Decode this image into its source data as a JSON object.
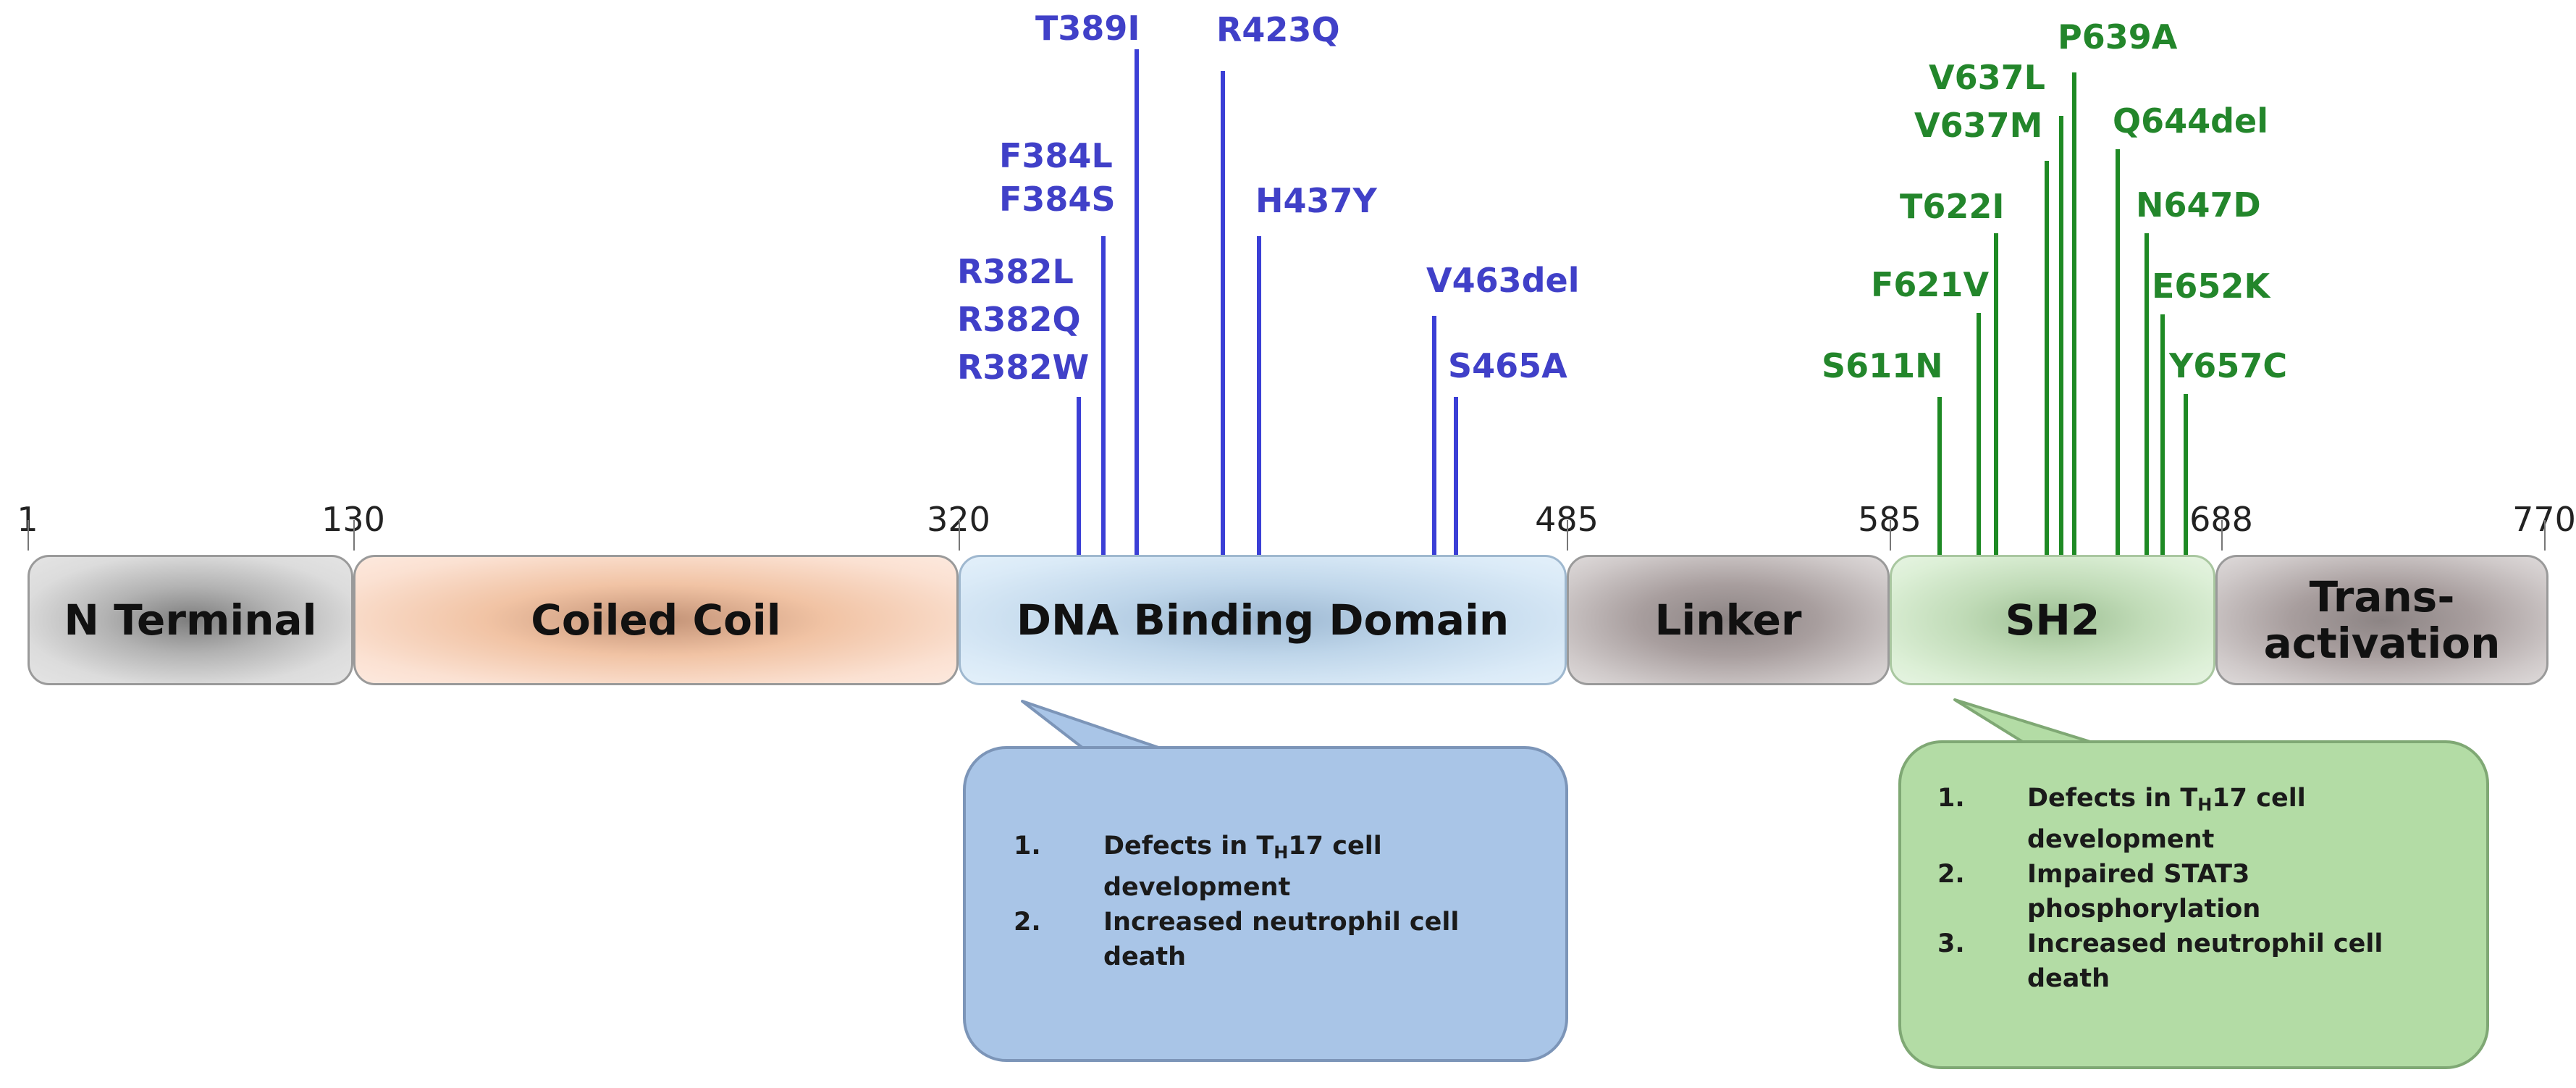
{
  "domains": [
    {
      "id": "n-terminal",
      "label": "N Terminal"
    },
    {
      "id": "coiled-coil",
      "label": "Coiled Coil"
    },
    {
      "id": "dna-binding",
      "label": "DNA Binding Domain"
    },
    {
      "id": "linker",
      "label": "Linker"
    },
    {
      "id": "sh2",
      "label": "SH2"
    },
    {
      "id": "transactivation",
      "label_line1": "Trans-",
      "label_line2": "activation"
    }
  ],
  "positions": [
    "1",
    "130",
    "320",
    "485",
    "585",
    "688",
    "770"
  ],
  "mutations_dna": [
    {
      "labels": [
        "R382L",
        "R382Q",
        "R382W"
      ]
    },
    {
      "labels": [
        "F384L",
        "F384S"
      ]
    },
    {
      "labels": [
        "T389I"
      ]
    },
    {
      "labels": [
        "R423Q"
      ]
    },
    {
      "labels": [
        "H437Y"
      ]
    },
    {
      "labels": [
        "V463del"
      ]
    },
    {
      "labels": [
        "S465A"
      ]
    }
  ],
  "mutations_sh2": [
    {
      "labels": [
        "S611N"
      ]
    },
    {
      "labels": [
        "F621V"
      ]
    },
    {
      "labels": [
        "T622I"
      ]
    },
    {
      "labels": [
        "V637M"
      ]
    },
    {
      "labels": [
        "V637L"
      ]
    },
    {
      "labels": [
        "P639A"
      ]
    },
    {
      "labels": [
        "Q644del"
      ]
    },
    {
      "labels": [
        "N647D"
      ]
    },
    {
      "labels": [
        "E652K"
      ]
    },
    {
      "labels": [
        "Y657C"
      ]
    }
  ],
  "callout_dna": {
    "items": [
      {
        "num": "1.",
        "pre": "Defects in T",
        "sub": "H",
        "post": "17 cell development"
      },
      {
        "num": "2.",
        "text": "Increased neutrophil cell death"
      }
    ]
  },
  "callout_sh2": {
    "items": [
      {
        "num": "1.",
        "pre": "Defects in T",
        "sub": "H",
        "post": "17 cell development"
      },
      {
        "num": "2.",
        "text": "Impaired STAT3 phosphorylation"
      },
      {
        "num": "3.",
        "text": "Increased neutrophil cell death"
      }
    ]
  },
  "colors": {
    "dna_mutation": "#3b3fd6",
    "sh2_mutation": "#1e8a24",
    "dna_callout": "#a9c5e7",
    "sh2_callout": "#b3dca5"
  }
}
